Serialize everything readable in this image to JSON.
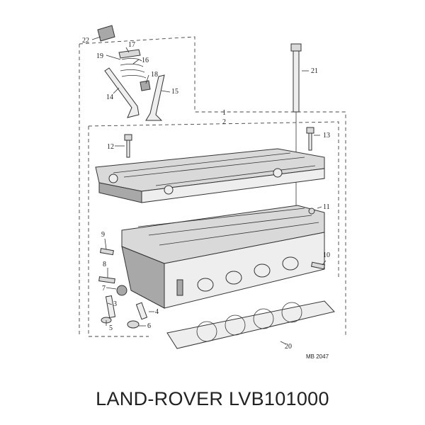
{
  "diagram": {
    "reference": "MB 2047",
    "callouts": [
      "1",
      "2",
      "3",
      "4",
      "5",
      "6",
      "7",
      "8",
      "9",
      "10",
      "11",
      "12",
      "13",
      "14",
      "15",
      "16",
      "17",
      "18",
      "19",
      "20",
      "21",
      "22"
    ]
  },
  "caption": "LAND-ROVER LVB101000"
}
